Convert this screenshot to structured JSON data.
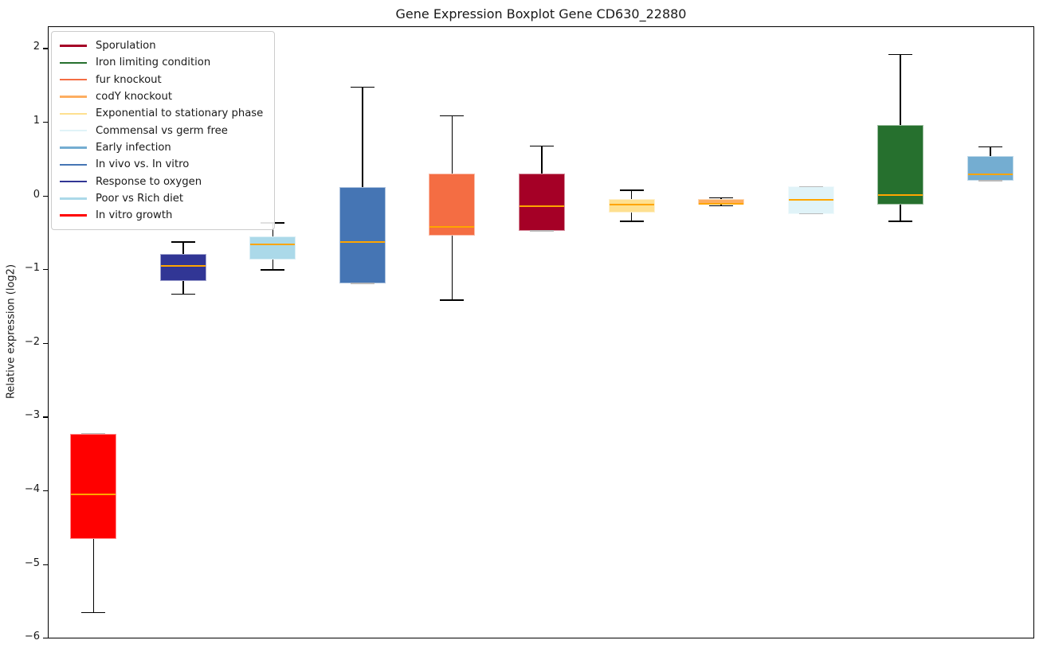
{
  "chart_data": {
    "type": "boxplot",
    "title": "Gene Expression Boxplot Gene CD630_22880",
    "ylabel": "Relative expression (log2)",
    "xlabel": "",
    "ylim": [
      -6.1,
      2.3
    ],
    "ytick_values": [
      2,
      1,
      0,
      -1,
      -2,
      -3,
      -4,
      -5,
      -6
    ],
    "ytick_labels": [
      "2",
      "1",
      "0",
      "−1",
      "−2",
      "−3",
      "−4",
      "−5",
      "−6"
    ],
    "grid": false,
    "legend_position": "upper-left",
    "median_color": "#ffa500",
    "whisker_color": "#000000",
    "flush_cap_color": "#b9b9b9",
    "boxes": [
      {
        "condition": "In vitro growth",
        "color": "#ff0000",
        "whisker_low": -5.65,
        "q1": -4.65,
        "median": -4.04,
        "q3": -3.22,
        "whisker_high": -3.22
      },
      {
        "condition": "Response to oxygen",
        "color": "#313695",
        "whisker_low": -1.33,
        "q1": -1.15,
        "median": -0.95,
        "q3": -0.78,
        "whisker_high": -0.62
      },
      {
        "condition": "Poor vs Rich diet",
        "color": "#abd9e9",
        "whisker_low": -1.0,
        "q1": -0.86,
        "median": -0.65,
        "q3": -0.55,
        "whisker_high": -0.36
      },
      {
        "condition": "In vivo vs. In vitro",
        "color": "#4575b4",
        "whisker_low": -1.19,
        "q1": -1.18,
        "median": -0.62,
        "q3": 0.12,
        "whisker_high": 1.48
      },
      {
        "condition": "fur knockout",
        "color": "#f46d43",
        "whisker_low": -1.41,
        "q1": -0.54,
        "median": -0.42,
        "q3": 0.31,
        "whisker_high": 1.09
      },
      {
        "condition": "Sporulation",
        "color": "#a50026",
        "whisker_low": -0.47,
        "q1": -0.47,
        "median": -0.13,
        "q3": 0.31,
        "whisker_high": 0.68
      },
      {
        "condition": "Exponential to stationary phase",
        "color": "#fee090",
        "whisker_low": -0.34,
        "q1": -0.22,
        "median": -0.11,
        "q3": -0.04,
        "whisker_high": 0.08
      },
      {
        "condition": "codY knockout",
        "color": "#fdae61",
        "whisker_low": -0.13,
        "q1": -0.11,
        "median": -0.1,
        "q3": -0.04,
        "whisker_high": -0.02
      },
      {
        "condition": "Commensal vs germ free",
        "color": "#e0f3f8",
        "whisker_low": -0.24,
        "q1": -0.24,
        "median": -0.05,
        "q3": 0.13,
        "whisker_high": 0.13
      },
      {
        "condition": "Iron limiting condition",
        "color": "#26702e",
        "whisker_low": -0.34,
        "q1": -0.11,
        "median": 0.02,
        "q3": 0.97,
        "whisker_high": 1.92
      },
      {
        "condition": "Early infection",
        "color": "#74add1",
        "whisker_low": 0.2,
        "q1": 0.21,
        "median": 0.3,
        "q3": 0.54,
        "whisker_high": 0.67
      }
    ],
    "legend": [
      {
        "label": "Sporulation",
        "color": "#a50026"
      },
      {
        "label": "Iron limiting condition",
        "color": "#26702e"
      },
      {
        "label": "fur knockout",
        "color": "#f46d43"
      },
      {
        "label": "codY knockout",
        "color": "#fdae61"
      },
      {
        "label": "Exponential to stationary phase",
        "color": "#fee090"
      },
      {
        "label": "Commensal vs germ free",
        "color": "#e0f3f8"
      },
      {
        "label": "Early infection",
        "color": "#74add1"
      },
      {
        "label": "In vivo vs. In vitro",
        "color": "#4575b4"
      },
      {
        "label": "Response to oxygen",
        "color": "#313695"
      },
      {
        "label": "Poor vs Rich diet",
        "color": "#abd9e9"
      },
      {
        "label": "In vitro growth",
        "color": "#ff0000"
      }
    ]
  }
}
